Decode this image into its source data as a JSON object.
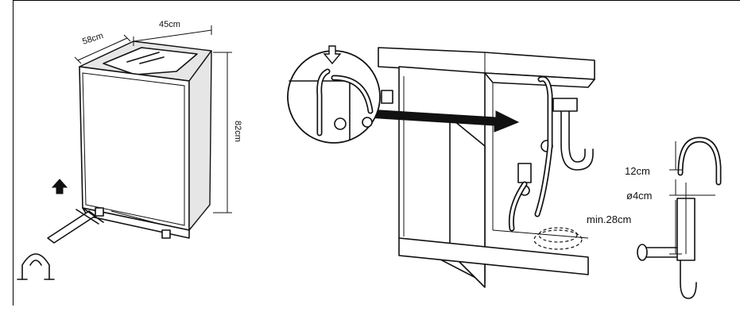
{
  "figure": {
    "dim_width": "45cm",
    "dim_depth": "58cm",
    "dim_height": "82cm",
    "dim_loop": "12cm",
    "dim_pipe": "ø4cm",
    "dim_min": "min.28cm"
  },
  "icons": {
    "up_arrow": "up-arrow-icon",
    "down_arrow": "down-arrow-icon",
    "direction_arrow": "right-arrow-icon"
  }
}
